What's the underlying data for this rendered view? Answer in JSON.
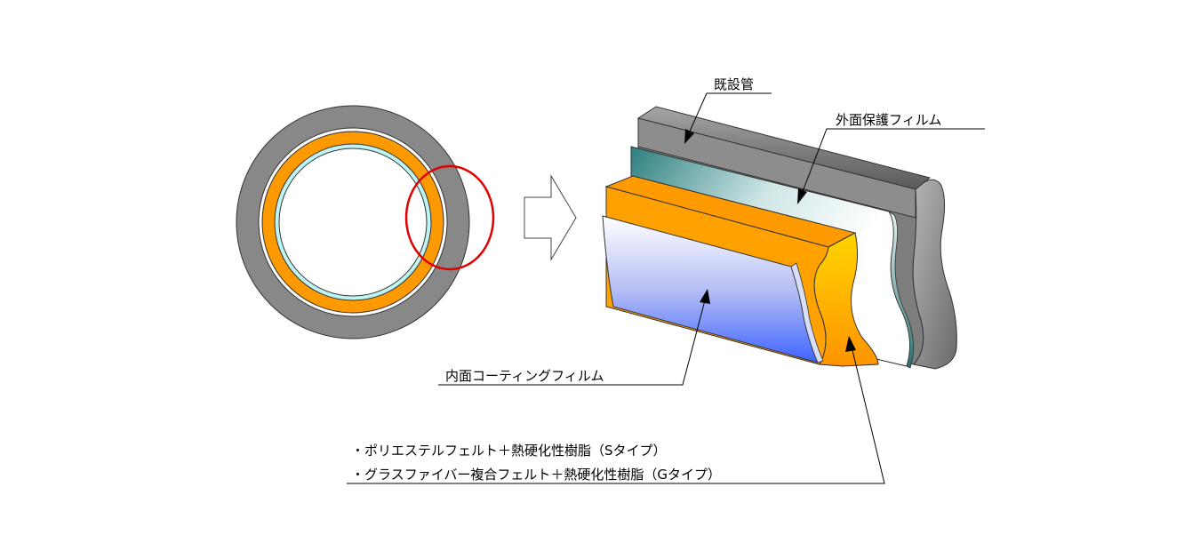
{
  "labels": {
    "existing_pipe": "既設管",
    "outer_film": "外面保護フィルム",
    "inner_film": "内面コーティングフィルム",
    "layer_types": [
      "・ポリエステルフェルト＋熱硬化性樹脂（Sタイプ）",
      "・グラスファイバー複合フェルト＋熱硬化性樹脂（Gタイプ）"
    ]
  },
  "colors": {
    "pipe_gray": "#8a8a8a",
    "resin_orange": "#ff9900",
    "resin_yellow": "#ffcc00",
    "inner_film_cyan": "#bff4f4",
    "inner_film_blue": "#3366ff",
    "outer_film_teal": "#2e7d7d",
    "highlight_red": "#e00000"
  },
  "icons": {
    "arrow": "right-arrow-icon"
  }
}
